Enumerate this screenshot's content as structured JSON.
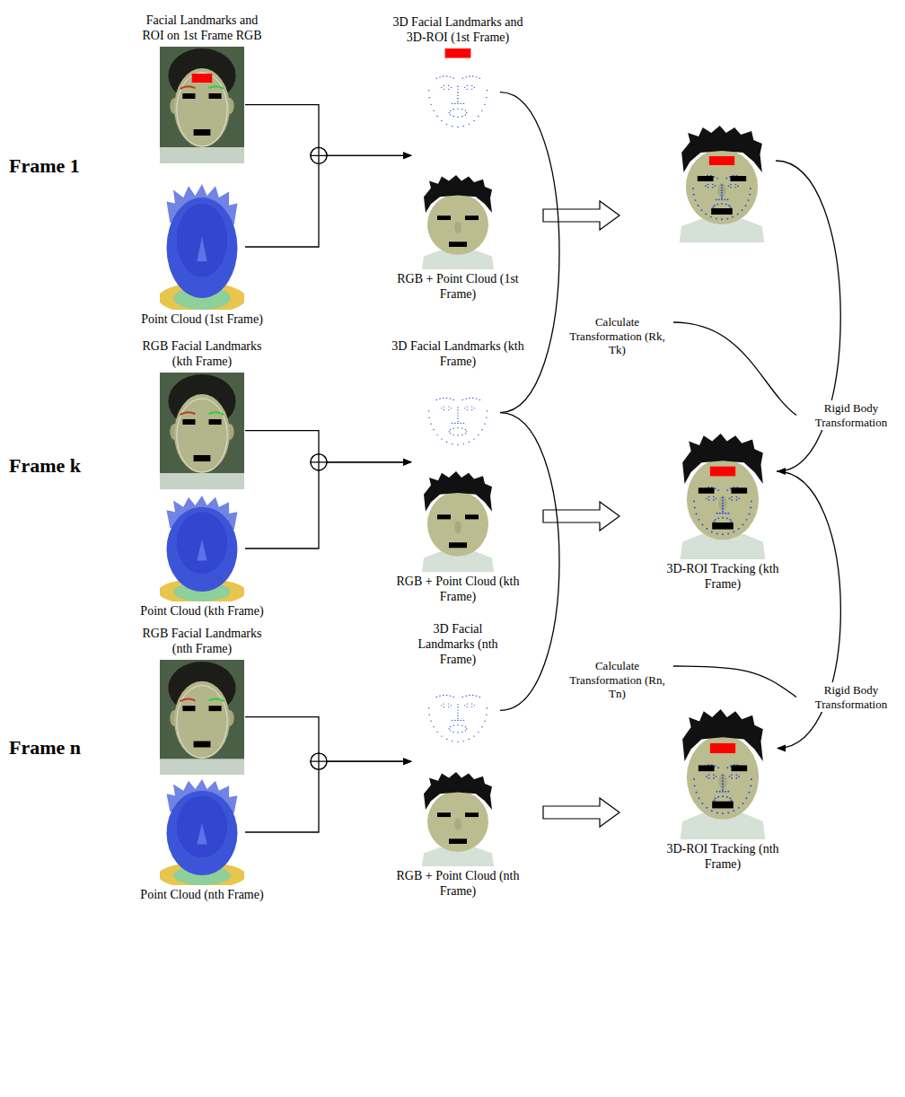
{
  "diagram": {
    "nodes": [
      {
        "text": [
          "Facial Landmarks and ROI on 1st Frame RGB"
        ]
      },
      {
        "text": [
          "Point Cloud (1st Frame)"
        ]
      },
      {
        "text": [
          "3D Facial Landmarks and 3D-ROI (1st Frame)"
        ]
      },
      {
        "text": [
          "RGB + Point Cloud (1st Frame)"
        ]
      },
      {
        "text": [
          "RGB Facial Landmarks (kth Frame)"
        ]
      },
      {
        "text": [
          "Point Cloud (kth Frame)"
        ]
      },
      {
        "text": [
          "3D Facial Landmarks (kth Frame)"
        ]
      },
      {
        "text": [
          "RGB + Point Cloud (kth Frame)"
        ]
      },
      {
        "text": [
          "3D-ROI Tracking (kth Frame)"
        ]
      },
      {
        "text": [
          "RGB Facial Landmarks (nth Frame)"
        ]
      },
      {
        "text": [
          "Point Cloud (nth Frame)"
        ]
      },
      {
        "text": [
          "3D Facial Landmarks (nth Frame)"
        ]
      },
      {
        "text": [
          "RGB + Point Cloud (nth Frame)"
        ]
      },
      {
        "text": [
          "3D-ROI Tracking (nth Frame)"
        ]
      }
    ],
    "edges": [
      {
        "from": 0,
        "to": 3,
        "arrow": "to"
      },
      {
        "from": 1,
        "to": 3,
        "arrow": "to"
      },
      {
        "from": 4,
        "to": 7,
        "arrow": "to"
      },
      {
        "from": 5,
        "to": 7,
        "arrow": "to"
      },
      {
        "from": 9,
        "to": 12,
        "arrow": "to"
      },
      {
        "from": 10,
        "to": 12,
        "arrow": "to"
      },
      {
        "from": 2,
        "to": 6,
        "arrow": "none"
      },
      {
        "from": 6,
        "to": 11,
        "arrow": "none"
      },
      {
        "from": 8,
        "to": 13,
        "arrow": "to"
      }
    ],
    "labels": [
      "Frame 1",
      "Frame k",
      "Frame n",
      "Calculate Transformation (Rk, Tk)",
      "Rigid Body Transformation",
      "Calculate Transformation (Rn, Tn)",
      "Rigid Body Transformation"
    ]
  }
}
